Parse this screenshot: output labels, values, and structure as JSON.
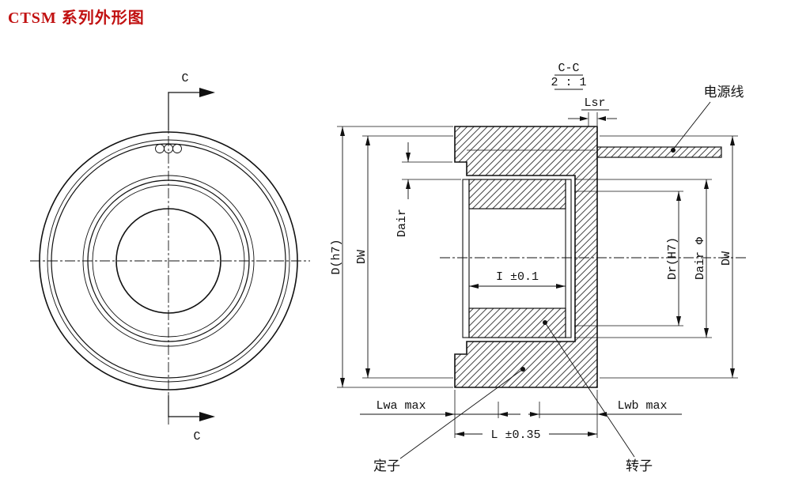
{
  "title": "CTSM 系列外形图",
  "colors": {
    "title": "#c11111",
    "line": "#111111",
    "background": "#ffffff"
  },
  "front_view": {
    "section_arrow_top": "C",
    "section_arrow_bottom": "C"
  },
  "section_view": {
    "name": "C-C",
    "scale": "2 : 1",
    "dimensions": {
      "lsr": "Lsr",
      "d_outer": "D(h7)",
      "dw_left": "DW",
      "dair_gap": "Dair",
      "inner_width": "I ±0.1",
      "dr_bore": "Dr(H7)",
      "dair_dia": "Dair Φ",
      "dw_right": "DW",
      "lwa": "Lwa max",
      "lwb": "Lwb max",
      "length": "L ±0.35"
    },
    "labels": {
      "power_cable": "电源线",
      "stator": "定子",
      "rotor": "转子"
    }
  }
}
